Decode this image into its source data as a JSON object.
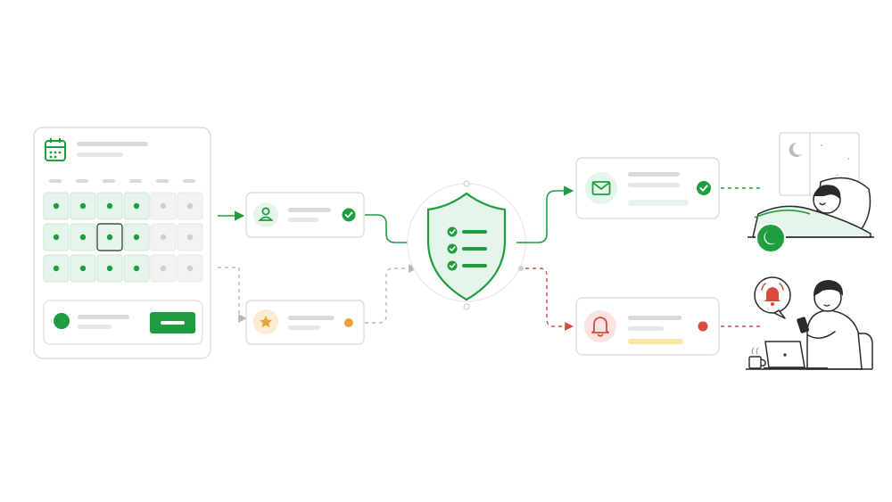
{
  "colors": {
    "background": "#ffffff",
    "card_border": "#dedede",
    "placeholder_line": "#d9d9d9",
    "green": "#1e9e3e",
    "green_light": "#e6f5e9",
    "green_cell_border": "#cbe8d2",
    "gray_cell": "#f3f3f3",
    "gray_dot": "#cfcfcf",
    "orange": "#e8a33a",
    "orange_light": "#fdebd2",
    "red": "#d64b3b",
    "red_light": "#fbe3e1",
    "yellow_bar": "#fbe3a6",
    "dashed_gray": "#b8b8b8",
    "ink": "#2b2b2b"
  },
  "calendar_panel": {
    "icon": "calendar-icon",
    "weekday_count": 6,
    "grid": [
      [
        "active",
        "active",
        "active",
        "active",
        "inactive",
        "inactive"
      ],
      [
        "active",
        "active",
        "selected",
        "active",
        "inactive",
        "inactive"
      ],
      [
        "active",
        "active",
        "active",
        "active",
        "inactive",
        "inactive"
      ]
    ],
    "footer_icon": "green-dot-avatar",
    "footer_button": "green-action-button"
  },
  "inputs": [
    {
      "icon": "user-icon",
      "status": "approved",
      "status_icon": "check-circle-icon",
      "accent": "green"
    },
    {
      "icon": "star-icon",
      "status": "pending",
      "status_icon": "orange-dot",
      "accent": "orange"
    }
  ],
  "filter": {
    "icon": "shield-checklist-icon",
    "checklist_items": 3
  },
  "outputs": [
    {
      "icon": "mail-icon",
      "status": "approved",
      "status_icon": "check-circle-icon",
      "accent": "green",
      "progress_bar": "green"
    },
    {
      "icon": "bell-icon",
      "status": "alert",
      "status_icon": "red-dot",
      "accent": "red",
      "progress_bar": "yellow"
    }
  ],
  "scenes": {
    "top": {
      "illustration": "sleeping-person",
      "badge": "moon-icon",
      "window_icon": "crescent-moon-icon"
    },
    "bottom": {
      "illustration": "person-with-phone-at-laptop",
      "badge": "alarm-bell-icon",
      "cup": "coffee-cup-icon"
    }
  }
}
